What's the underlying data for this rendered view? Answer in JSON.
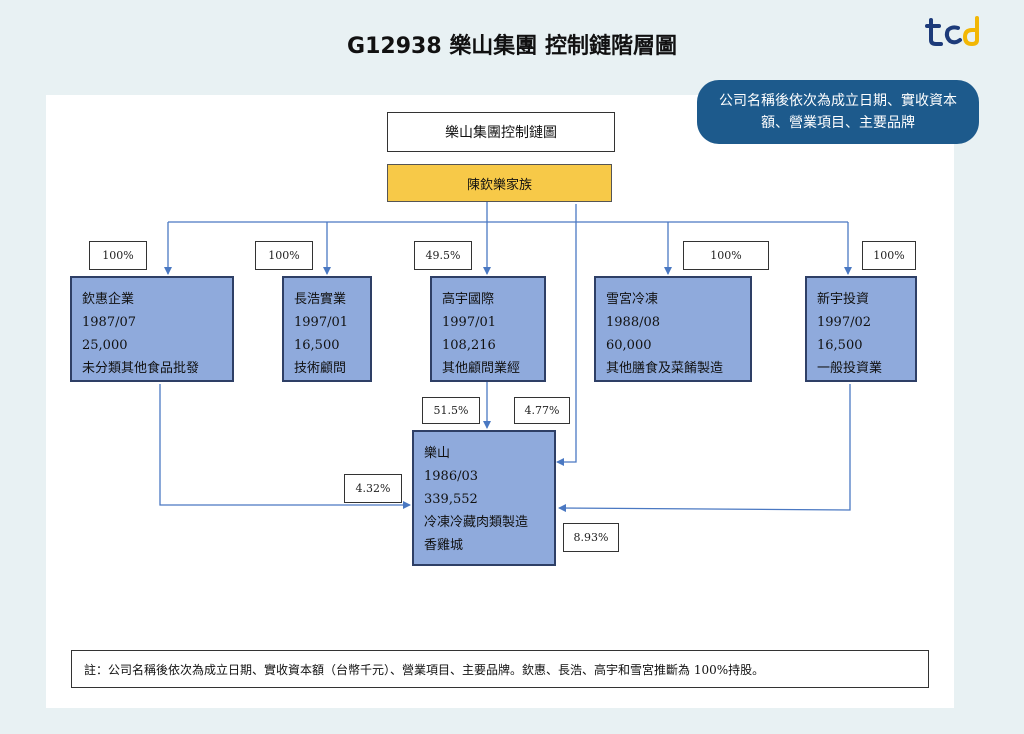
{
  "title": "G12938 樂山集團 控制鏈階層圖",
  "note_bubble": "公司名稱後依次為成立日期、實收資本額、營業項目、主要品牌",
  "chart_header": "樂山集團控制鏈圖",
  "controller": "陳欽樂家族",
  "companies": {
    "qinhui": {
      "name": "欽惠企業",
      "date": "1987/07",
      "capital": "25,000",
      "business": "未分類其他食品批發"
    },
    "changhao": {
      "name": "長浩實業",
      "date": "1997/01",
      "capital": "16,500",
      "business": "技術顧問"
    },
    "gaoyu": {
      "name": "高宇國際",
      "date": "1997/01",
      "capital": "108,216",
      "business": "其他顧問業經"
    },
    "xuegong": {
      "name": "雪宮冷凍",
      "date": "1988/08",
      "capital": "60,000",
      "business": "其他膳食及菜餚製造"
    },
    "xinyu": {
      "name": "新宇投資",
      "date": "1997/02",
      "capital": "16,500",
      "business": "一般投資業"
    },
    "leshan": {
      "name": "樂山",
      "date": "1986/03",
      "capital": "339,552",
      "business": "冷凍冷藏肉類製造",
      "brand": "香雞城"
    }
  },
  "percentages": {
    "qinhui": "100%",
    "changhao": "100%",
    "gaoyu": "49.5%",
    "xuegong": "100%",
    "xinyu": "100%",
    "gaoyu_to_leshan": "51.5%",
    "family_to_leshan": "4.77%",
    "qinhui_to_leshan": "4.32%",
    "xinyu_to_leshan": "8.93%"
  },
  "footnote": "註：公司名稱後依次為成立日期、實收資本額（台幣千元）、營業項目、主要品牌。欽惠、長浩、高宇和雪宮推斷為 100%持股。",
  "colors": {
    "background": "#e8f1f3",
    "bubble": "#1d5a8c",
    "company_fill": "#8faadc",
    "controller_fill": "#f7c948",
    "arrow": "#4a78c2"
  },
  "logo_icon": "brand-logo-icon"
}
